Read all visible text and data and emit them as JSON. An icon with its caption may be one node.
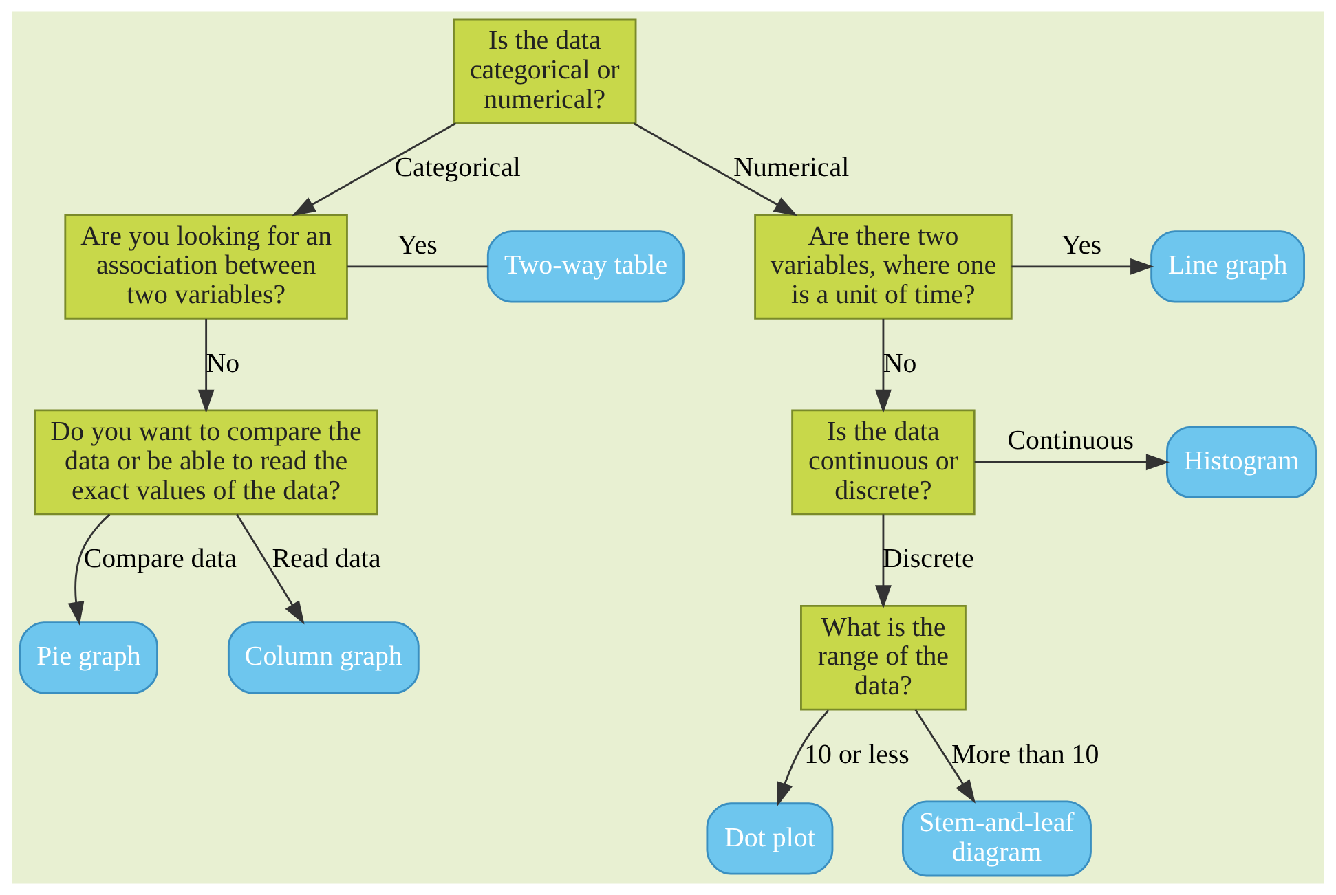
{
  "diagram": {
    "nodes": [
      {
        "text": [
          "Is the data categorical or numerical?"
        ]
      },
      {
        "text": [
          "Are you looking for an association between two variables?"
        ]
      },
      {
        "text": [
          "Two-way table"
        ]
      },
      {
        "text": [
          "Do you want to compare the data or be able to read the exact values of the data?"
        ]
      },
      {
        "text": [
          "Pie graph"
        ]
      },
      {
        "text": [
          "Column graph"
        ]
      },
      {
        "text": [
          "Are there two variables, where one is a unit of time?"
        ]
      },
      {
        "text": [
          "Line graph"
        ]
      },
      {
        "text": [
          "Is the data continuous or discrete?"
        ]
      },
      {
        "text": [
          "Histogram"
        ]
      },
      {
        "text": [
          "What is the range of the data?"
        ]
      },
      {
        "text": [
          "Dot plot"
        ]
      },
      {
        "text": [
          "Stem-and-leaf diagram"
        ]
      }
    ],
    "edges": [
      {
        "from": 0,
        "to": 1,
        "arrow": "to",
        "label": "Categorical"
      },
      {
        "from": 0,
        "to": 6,
        "arrow": "to",
        "label": "Numerical"
      },
      {
        "from": 1,
        "to": 2,
        "arrow": "none",
        "label": "Yes"
      },
      {
        "from": 1,
        "to": 3,
        "arrow": "to",
        "label": "No"
      },
      {
        "from": 3,
        "to": 4,
        "arrow": "to",
        "label": "Compare data"
      },
      {
        "from": 3,
        "to": 5,
        "arrow": "to",
        "label": "Read data"
      },
      {
        "from": 6,
        "to": 7,
        "arrow": "to",
        "label": "Yes"
      },
      {
        "from": 6,
        "to": 8,
        "arrow": "to",
        "label": "No"
      },
      {
        "from": 8,
        "to": 9,
        "arrow": "to",
        "label": "Continuous"
      },
      {
        "from": 8,
        "to": 10,
        "arrow": "to",
        "label": "Discrete"
      },
      {
        "from": 10,
        "to": 11,
        "arrow": "to",
        "label": "10 or less"
      },
      {
        "from": 10,
        "to": 12,
        "arrow": "to",
        "label": "More than 10"
      }
    ]
  }
}
